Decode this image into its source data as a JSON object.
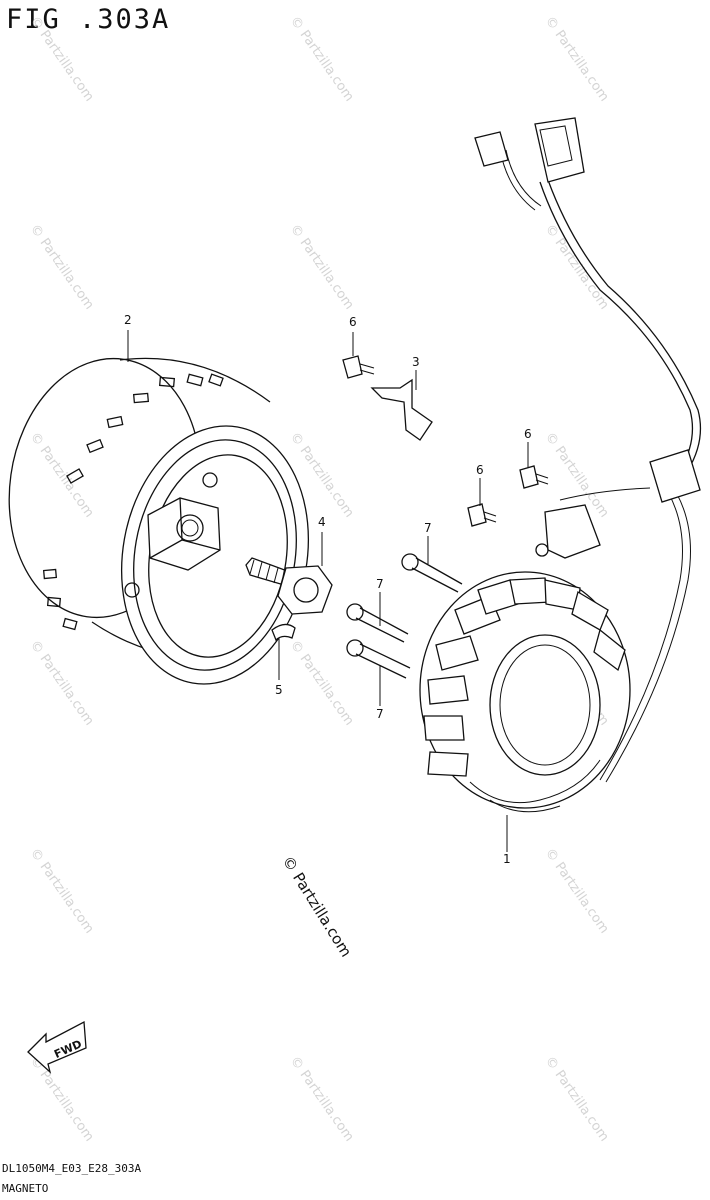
{
  "figure": {
    "title": "FIG .303A",
    "code": "DL1050M4_E03_E28_303A",
    "name": "MAGNETO",
    "copyright_text": "© Partzilla.com",
    "watermark_text": "© Partzilla.com",
    "fwd_label": "FWD"
  },
  "callouts": [
    {
      "id": "1",
      "label": "1"
    },
    {
      "id": "2",
      "label": "2"
    },
    {
      "id": "3",
      "label": "3"
    },
    {
      "id": "4",
      "label": "4"
    },
    {
      "id": "5",
      "label": "5"
    },
    {
      "id": "6a",
      "label": "6"
    },
    {
      "id": "6b",
      "label": "6"
    },
    {
      "id": "6c",
      "label": "6"
    },
    {
      "id": "7a",
      "label": "7"
    },
    {
      "id": "7b",
      "label": "7"
    },
    {
      "id": "7c",
      "label": "7"
    }
  ],
  "colors": {
    "line": "#111111",
    "watermark": "#d4d4d4",
    "background": "#ffffff"
  }
}
